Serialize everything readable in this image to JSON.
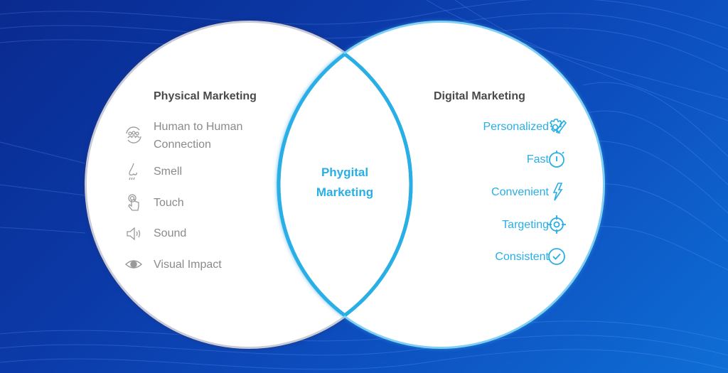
{
  "diagram": {
    "type": "venn",
    "colors": {
      "background_dark": "#0a2a8f",
      "background_light": "#0f6ed6",
      "accent": "#29aee6",
      "left_text": "#8a8a8a",
      "title_text": "#4a4a4a"
    },
    "left": {
      "title": "Physical Marketing",
      "items": [
        {
          "label_line1": "Human to Human",
          "label_line2": "Connection",
          "icon": "people-cycle-icon"
        },
        {
          "label": "Smell",
          "icon": "nose-icon"
        },
        {
          "label": "Touch",
          "icon": "touch-finger-icon"
        },
        {
          "label": "Sound",
          "icon": "speaker-icon"
        },
        {
          "label": "Visual Impact",
          "icon": "eye-icon"
        }
      ]
    },
    "center": {
      "line1": "Phygital",
      "line2": "Marketing"
    },
    "right": {
      "title": "Digital Marketing",
      "items": [
        {
          "label": "Personalized",
          "icon": "gear-pencil-icon"
        },
        {
          "label": "Fast",
          "icon": "stopwatch-icon"
        },
        {
          "label": "Convenient",
          "icon": "lightning-icon"
        },
        {
          "label": "Targeting",
          "icon": "crosshair-icon"
        },
        {
          "label": "Consistent",
          "icon": "check-circle-icon"
        }
      ]
    }
  }
}
